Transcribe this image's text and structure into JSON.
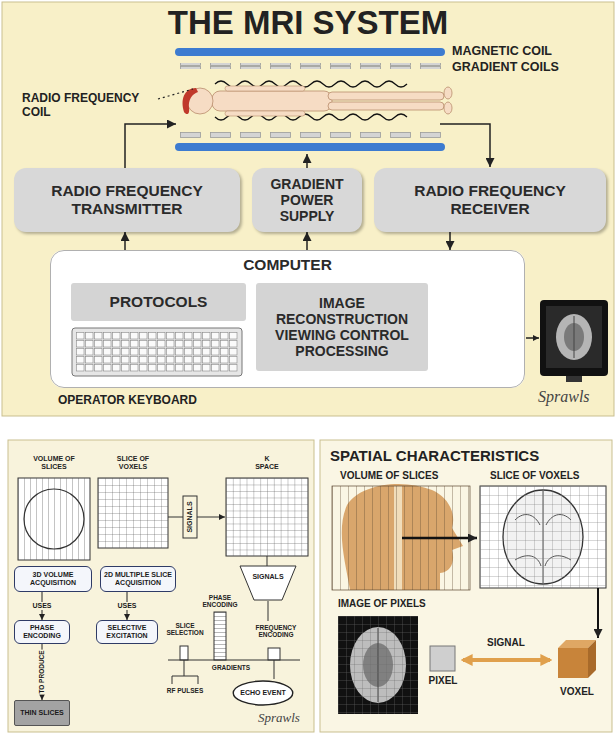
{
  "diagram": {
    "title": "THE MRI SYSTEM",
    "nodes": [
      {
        "text": [
          "RADIO FREQUENCY TRANSMITTER"
        ]
      },
      {
        "text": [
          "GRADIENT POWER SUPPLY"
        ]
      },
      {
        "text": [
          "RADIO FREQUENCY RECEIVER"
        ]
      },
      {
        "text": [
          "COMPUTER"
        ]
      },
      {
        "text": [
          "PROTOCOLS"
        ],
        "in": 3
      },
      {
        "text": [
          "IMAGE RECONSTRUCTION VIEWING CONTROL PROCESSING"
        ],
        "in": 3
      },
      {
        "text": [
          "3D VOLUME ACQUISITION"
        ]
      },
      {
        "text": [
          "2D MULTIPLE SLICE ACQUISITION"
        ]
      },
      {
        "text": [
          "PHASE ENCODING"
        ]
      },
      {
        "text": [
          "SELECTIVE EXCITATION"
        ]
      },
      {
        "text": [
          "THIN SLICES"
        ]
      },
      {
        "text": [
          "ECHO EVENT"
        ]
      }
    ],
    "edges": [
      {
        "from": 3,
        "to": 0,
        "arrow": "to"
      },
      {
        "from": 3,
        "to": 1,
        "arrow": "to"
      },
      {
        "from": 2,
        "to": 3,
        "arrow": "to"
      },
      {
        "from": 6,
        "to": 8,
        "label": "USES",
        "arrow": "to"
      },
      {
        "from": 7,
        "to": 9,
        "label": "USES",
        "arrow": "to"
      },
      {
        "from": 8,
        "to": 10,
        "label": "TO PRODUCE",
        "arrow": "to"
      }
    ],
    "labels": [
      "MAGNETIC COIL",
      "GRADIENT COILS",
      "RADIO FREQUENCY COIL",
      "OPERATOR KEYBOARD",
      "Sprawls",
      "VOLUME OF SLICES",
      "SLICE OF VOXELS",
      "K SPACE",
      "SIGNALS",
      "SLICE SELECTION",
      "PHASE ENCODING",
      "GRADIENTS",
      "FREQUENCY ENCODING",
      "SIGNALS",
      "RF PULSES",
      "Sprawls",
      "SPATIAL CHARACTERISTICS",
      "VOLUME OF SLICES",
      "SLICE OF VOXELS",
      "IMAGE OF PIXELS",
      "PIXEL",
      "SIGNAL",
      "VOXEL"
    ]
  }
}
